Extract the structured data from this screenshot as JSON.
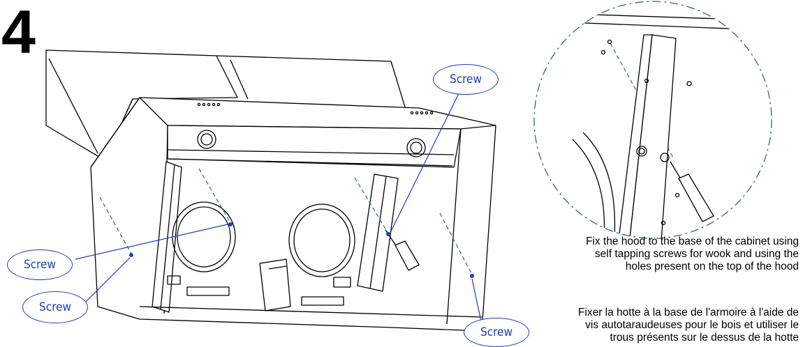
{
  "step_number": "4",
  "callouts": {
    "screw_top": "Screw",
    "screw_left_upper": "Screw",
    "screw_left_lower": "Screw",
    "screw_right_lower": "Screw"
  },
  "instructions_en": [
    "Fix the hood to the base of the cabinet using",
    "self tapping screws for wook and using the",
    "holes present on the top of the hood"
  ],
  "instructions_fr": [
    "Fixer la hotte à la base de l'armoire à l'aide de",
    "vis autotaraudeuses pour le bois et utiliser le",
    "trous présents sur le dessus de la hotte"
  ],
  "colors": {
    "line": "#000000",
    "callout": "#1f3fbf",
    "dashed": "#2a6e6e"
  }
}
